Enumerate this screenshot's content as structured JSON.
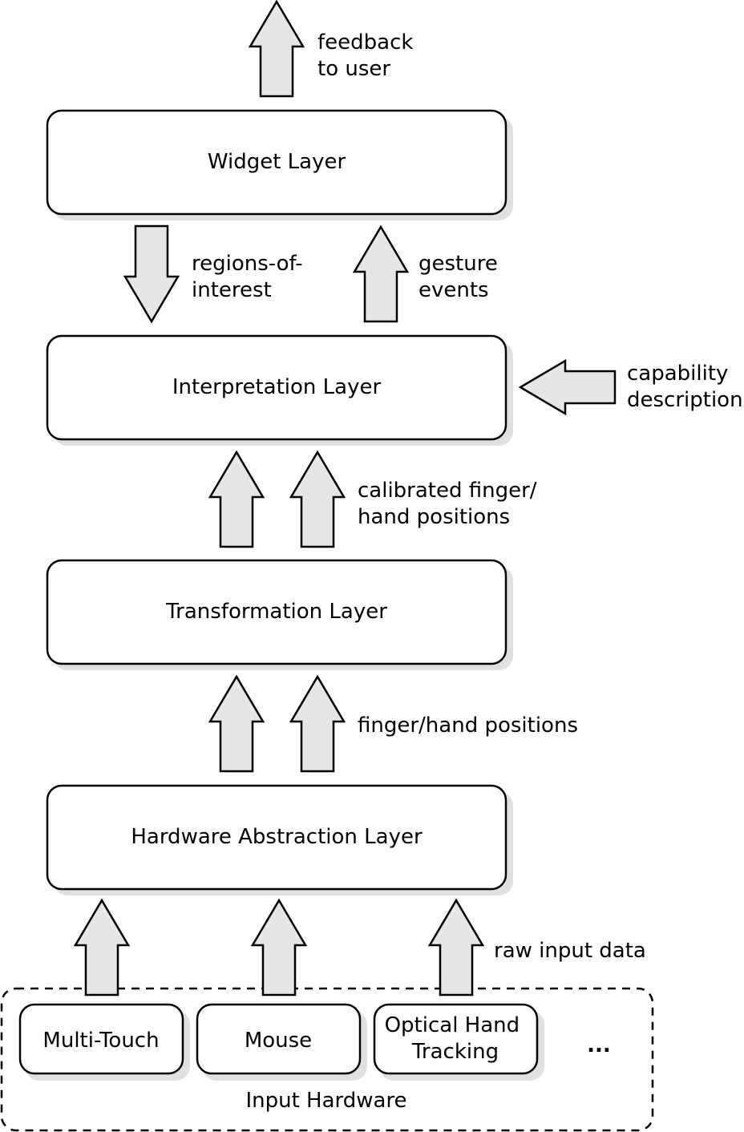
{
  "layers": {
    "widget": "Widget Layer",
    "interpretation": "Interpretation Layer",
    "transformation": "Transformation Layer",
    "hal": "Hardware Abstraction Layer"
  },
  "labels": {
    "feedback": [
      "feedback",
      "to user"
    ],
    "regions": [
      "regions-of-",
      "interest"
    ],
    "gesture": [
      "gesture",
      "events"
    ],
    "capability": [
      "capability",
      "description"
    ],
    "calibrated": [
      "calibrated finger/",
      "hand positions"
    ],
    "positions": "finger/hand positions",
    "raw": "raw input data"
  },
  "hardware": {
    "group_label": "Input Hardware",
    "devices": [
      "Multi-Touch",
      "Mouse",
      [
        "Optical Hand",
        "Tracking"
      ]
    ],
    "more": "..."
  }
}
